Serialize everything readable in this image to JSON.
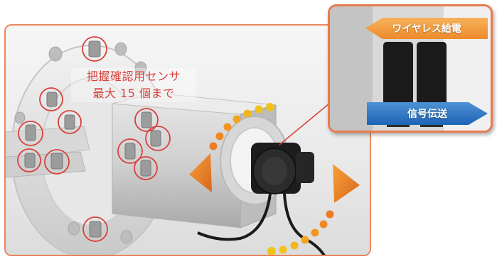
{
  "caption": {
    "line1": "把握確認用センサ",
    "line2": "最大 15 個まで"
  },
  "inset": {
    "wireless_label": "ワイヤレス給電",
    "signal_label": "信号伝送"
  },
  "colors": {
    "accent_red": "#d9413b",
    "border_orange": "#e8895c",
    "wireless_orange": "#ee8a2c",
    "signal_blue": "#1e64b4",
    "dot_yellow": "#f2c21a"
  },
  "sensor_count_max": 15
}
